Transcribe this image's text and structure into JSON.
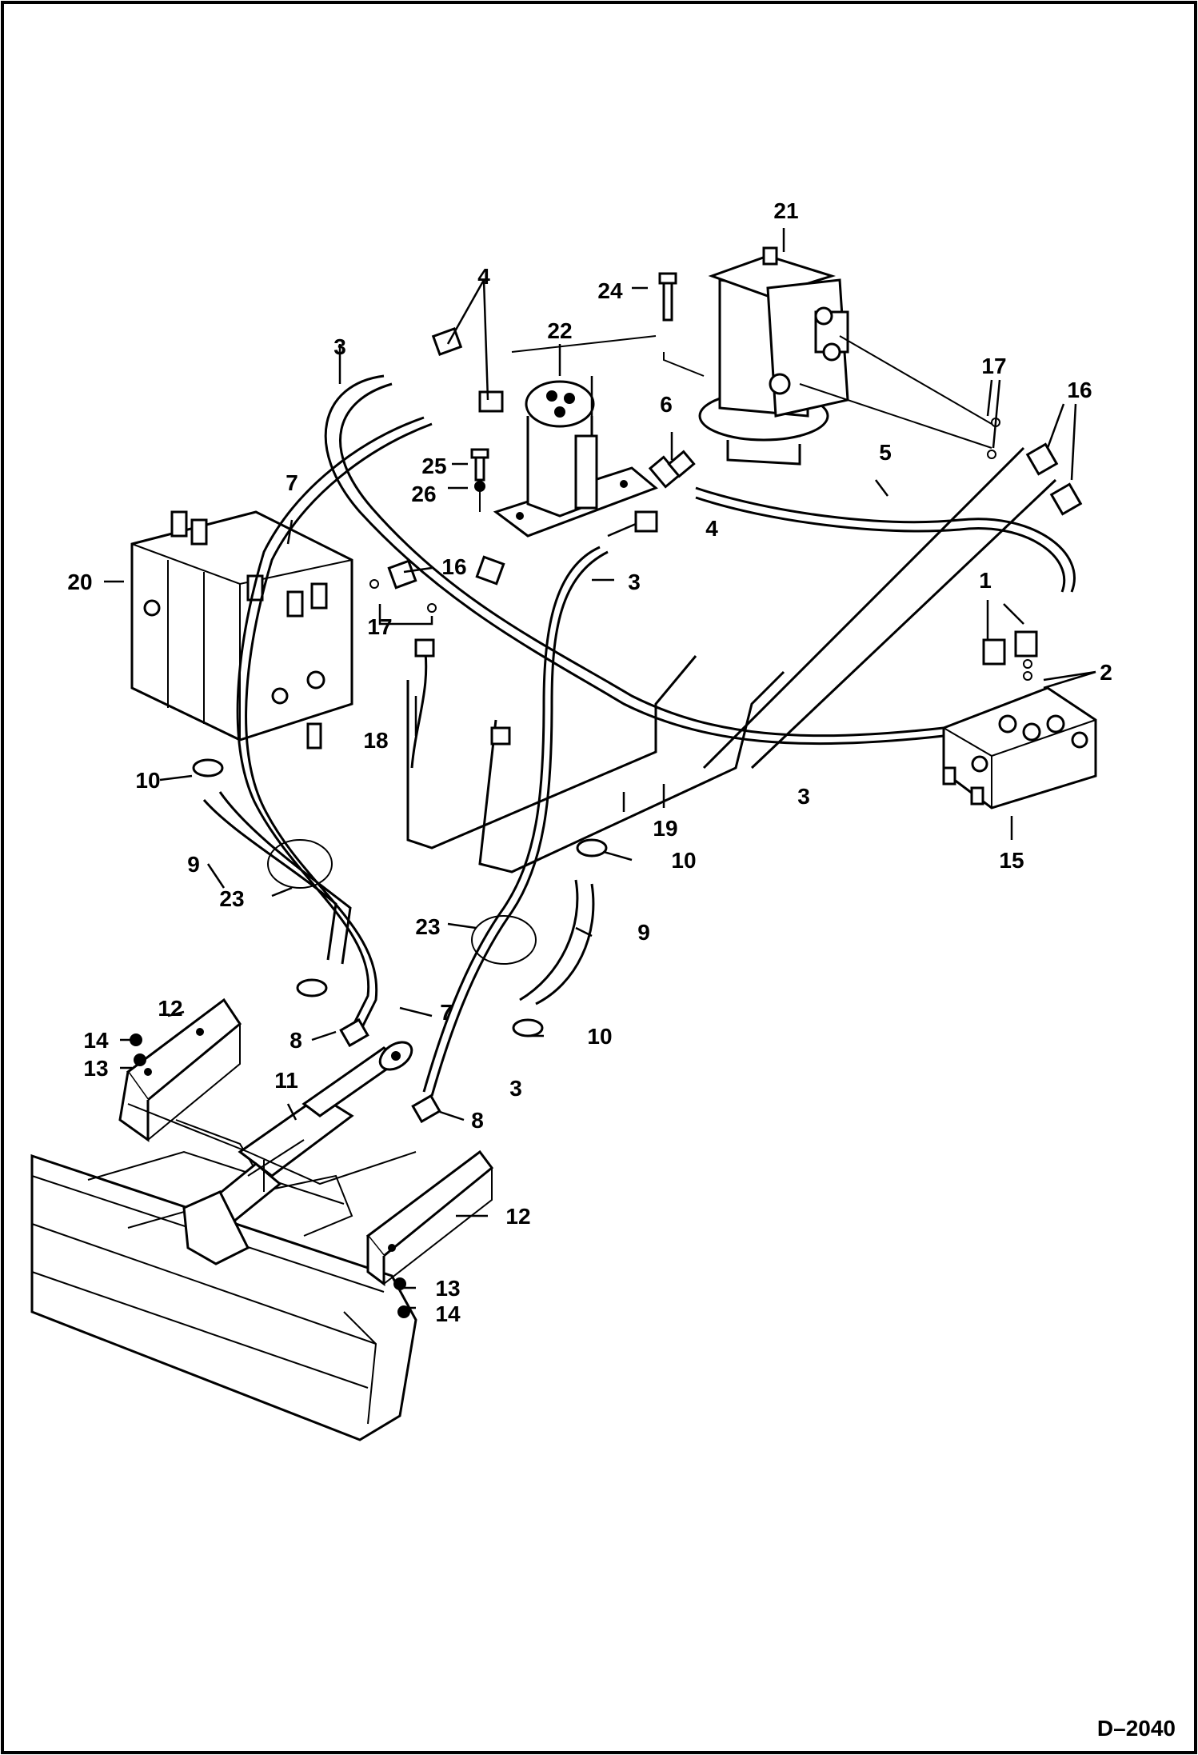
{
  "drawing": {
    "code": "D–2040",
    "border_color": "#000000",
    "background_color": "#ffffff"
  },
  "callouts": [
    {
      "id": "c1",
      "label": "1"
    },
    {
      "id": "c2",
      "label": "2"
    },
    {
      "id": "c3a",
      "label": "3"
    },
    {
      "id": "c3b",
      "label": "3"
    },
    {
      "id": "c3c",
      "label": "3"
    },
    {
      "id": "c3d",
      "label": "3"
    },
    {
      "id": "c4a",
      "label": "4"
    },
    {
      "id": "c4b",
      "label": "4"
    },
    {
      "id": "c5",
      "label": "5"
    },
    {
      "id": "c6",
      "label": "6"
    },
    {
      "id": "c7a",
      "label": "7"
    },
    {
      "id": "c7b",
      "label": "7"
    },
    {
      "id": "c8a",
      "label": "8"
    },
    {
      "id": "c8b",
      "label": "8"
    },
    {
      "id": "c9a",
      "label": "9"
    },
    {
      "id": "c9b",
      "label": "9"
    },
    {
      "id": "c10a",
      "label": "10"
    },
    {
      "id": "c10b",
      "label": "10"
    },
    {
      "id": "c10c",
      "label": "10"
    },
    {
      "id": "c11",
      "label": "11"
    },
    {
      "id": "c12a",
      "label": "12"
    },
    {
      "id": "c12b",
      "label": "12"
    },
    {
      "id": "c13a",
      "label": "13"
    },
    {
      "id": "c13b",
      "label": "13"
    },
    {
      "id": "c14a",
      "label": "14"
    },
    {
      "id": "c14b",
      "label": "14"
    },
    {
      "id": "c15",
      "label": "15"
    },
    {
      "id": "c16a",
      "label": "16"
    },
    {
      "id": "c16b",
      "label": "16"
    },
    {
      "id": "c17a",
      "label": "17"
    },
    {
      "id": "c17b",
      "label": "17"
    },
    {
      "id": "c18",
      "label": "18"
    },
    {
      "id": "c19",
      "label": "19"
    },
    {
      "id": "c20",
      "label": "20"
    },
    {
      "id": "c21",
      "label": "21"
    },
    {
      "id": "c22",
      "label": "22"
    },
    {
      "id": "c23a",
      "label": "23"
    },
    {
      "id": "c23b",
      "label": "23"
    },
    {
      "id": "c24",
      "label": "24"
    },
    {
      "id": "c25",
      "label": "25"
    },
    {
      "id": "c26",
      "label": "26"
    }
  ]
}
